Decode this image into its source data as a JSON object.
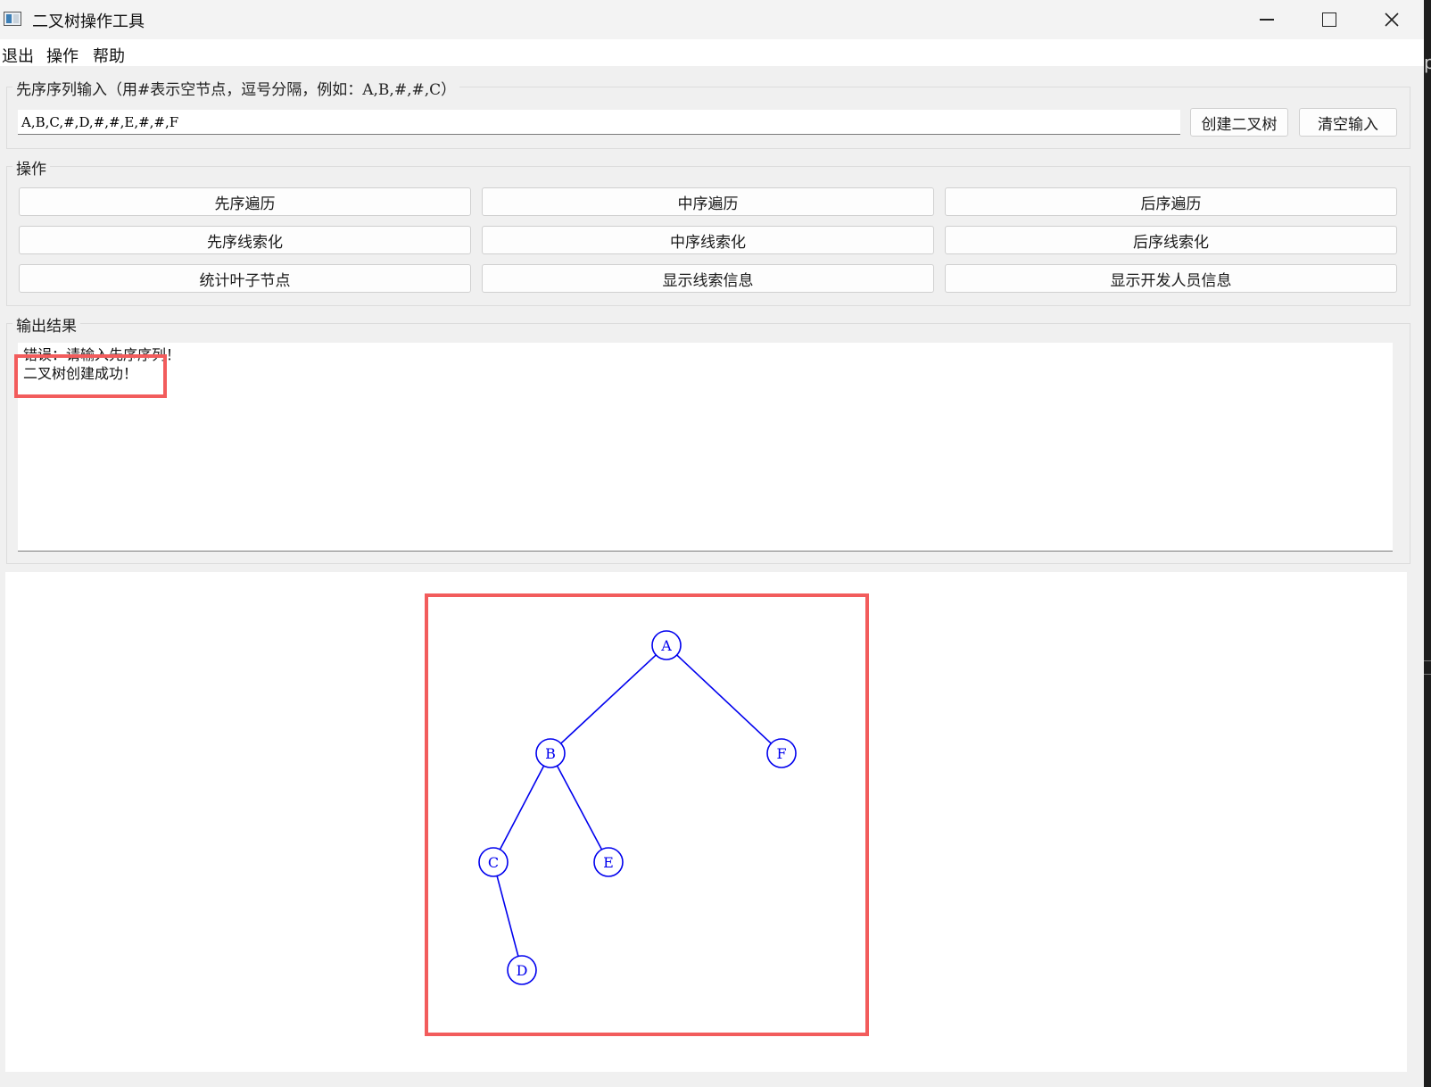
{
  "window": {
    "title": "二叉树操作工具",
    "controls": {
      "minimize": "minimize-icon",
      "maximize": "maximize-icon",
      "close": "close-icon"
    }
  },
  "menu": [
    "退出",
    "操作",
    "帮助"
  ],
  "input_group": {
    "title": "先序序列输入（用#表示空节点，逗号分隔，例如：A,B,#,#,C）",
    "value": "A,B,C,#,D,#,#,E,#,#,F",
    "create_button": "创建二叉树",
    "clear_button": "清空输入"
  },
  "operations_group": {
    "title": "操作",
    "buttons": [
      "先序遍历",
      "中序遍历",
      "后序遍历",
      "先序线索化",
      "中序线索化",
      "后序线索化",
      "统计叶子节点",
      "显示线索信息",
      "显示开发人员信息"
    ]
  },
  "output_group": {
    "title": "输出结果",
    "lines": [
      "错误：请输入先序序列！",
      "二叉树创建成功！"
    ]
  },
  "tree": {
    "nodes": [
      "A",
      "B",
      "C",
      "D",
      "E",
      "F"
    ],
    "edges": [
      [
        "A",
        "B"
      ],
      [
        "A",
        "F"
      ],
      [
        "B",
        "C"
      ],
      [
        "B",
        "E"
      ],
      [
        "C",
        "D"
      ]
    ],
    "node_color": "#0000ee"
  },
  "highlight_color": "#f25c5c"
}
